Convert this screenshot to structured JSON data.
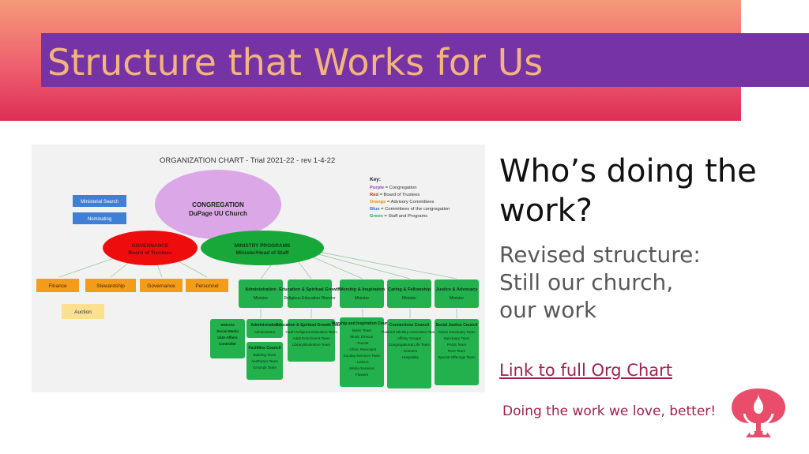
{
  "slide": {
    "title": "Structure that Works for Us",
    "heading": "Who’s doing the work?",
    "body_lines": [
      "Revised structure:",
      "Still our church,",
      "our work"
    ],
    "link_text": "Link to full Org Chart",
    "tagline": "Doing the work we love, better!"
  },
  "org_chart": {
    "title": "ORGANIZATION CHART - Trial 2021-22 - rev 1-4-22",
    "key": {
      "heading": "Key:",
      "items": [
        {
          "label": "Purple",
          "desc": " = Congregation",
          "color": "#8e44ad"
        },
        {
          "label": "Red",
          "desc": " = Board of Trustees",
          "color": "#e0201b"
        },
        {
          "label": "Orange",
          "desc": " = Advisory Committees",
          "color": "#f08a00"
        },
        {
          "label": "Blue",
          "desc": " = Committees of the congregation",
          "color": "#2e74d6"
        },
        {
          "label": "Green",
          "desc": " = Staff and Programs",
          "color": "#2aa845"
        }
      ]
    },
    "congregation": {
      "name": "CONGREGATION",
      "sub": "DuPage UU Church"
    },
    "governance": {
      "name": "GOVERNANCE",
      "sub": "Board of Trustees"
    },
    "ministry": {
      "name": "MINISTRY PROGRAMS",
      "sub": "Minister/Head of Staff"
    },
    "blue_committees": [
      "Ministerial Search",
      "Nominating"
    ],
    "advisory": [
      "Finance",
      "Stewardship",
      "Governance",
      "Personnel"
    ],
    "auction": "Auction",
    "programs": [
      {
        "name": "Administration",
        "sub": "Minister"
      },
      {
        "name": "Education & Spiritual Growth",
        "sub": "Religious Education Director"
      },
      {
        "name": "Worship & Inspiration",
        "sub": "Minister"
      },
      {
        "name": "Caring & Fellowship",
        "sub": "Minister"
      },
      {
        "name": "Justice & Advocacy",
        "sub": "Minister"
      }
    ],
    "admin_extra": [
      "Website",
      "Social Media",
      "UUA Affairs",
      "Controller"
    ],
    "admin_sub": {
      "name": "Administration",
      "sub": "Administrator"
    },
    "facilities": {
      "name": "Facilities Council",
      "items": [
        "Building Team",
        "Aesthetics Team",
        "Grounds Team"
      ]
    },
    "education_sub": {
      "name": "Education & Spiritual Growth Council",
      "items": [
        "Youth Religious Education Team",
        "Adult Enrichment Team",
        "Library/Bookstore Team"
      ]
    },
    "worship_sub": {
      "name": "Worship and Inspiration Council",
      "items": [
        "Music Team",
        "Music Director",
        "- Pianist",
        "- Choir, Musicians",
        "Sunday Services Team",
        "- Ushers",
        "Media Services",
        "Flowers"
      ]
    },
    "caring_sub": {
      "name": "Connections Council",
      "items": [
        "Pastoral Ministry Associates Team",
        "Affinity Groups",
        "Congregational Life Team",
        "- Greeters",
        "- Hospitality"
      ]
    },
    "justice_sub": {
      "name": "Social Justice Council",
      "items": [
        "Green Sanctuary Team",
        "Sanctuary Team",
        "PADS Team",
        "Rent Team",
        "Special Offerings Team"
      ]
    }
  }
}
